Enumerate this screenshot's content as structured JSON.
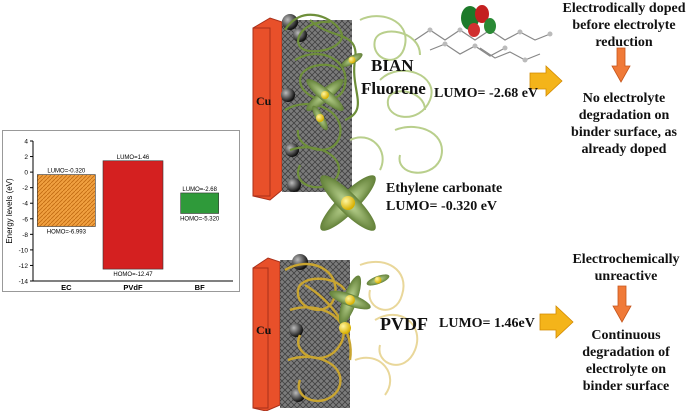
{
  "colors": {
    "copper": "#e8502a",
    "graphite": "#3a3a3a",
    "green_fibre": "#6e8f3a",
    "light_fibre": "#b9cf8c",
    "pvdf_fibre": "#c9a530",
    "pvdf_light": "#e9d79a",
    "arrow_orange": "#f4b41a",
    "down_arrow": "#f07a38",
    "ec_bar": "#f0a040",
    "pvdf_bar": "#d42020",
    "bf_bar": "#2f9a3a"
  },
  "top_panel": {
    "electrode_label": "Cu",
    "binder_name_line1": "BIAN",
    "binder_name_line2": "Fluorene",
    "lumo_text": "LUMO= -2.68 eV",
    "state_text": "Electrodically doped before electrolyte reduction",
    "result_text": "No electrolyte degradation on binder surface, as already doped"
  },
  "middle": {
    "molecule_name": "Ethylene carbonate",
    "lumo_text": "LUMO= -0.320 eV"
  },
  "bottom_panel": {
    "electrode_label": "Cu",
    "binder_name": "PVDF",
    "lumo_text": "LUMO= 1.46eV",
    "state_text": "Electrochemically unreactive",
    "result_text": "Continuous degradation of electrolyte on binder surface"
  },
  "chart_data": {
    "type": "bar",
    "ylabel": "Energy levels (eV)",
    "ylim": [
      -14,
      4
    ],
    "yticks": [
      4,
      2,
      0,
      -2,
      -4,
      -6,
      -8,
      -10,
      -12,
      -14
    ],
    "categories": [
      "EC",
      "PVdF",
      "BF"
    ],
    "lumo": [
      -0.32,
      1.46,
      -2.68
    ],
    "homo": [
      -6.993,
      -12.47,
      -5.32
    ],
    "lumo_labels": [
      "LUMO=-0.320",
      "LUMO=1.46",
      "LUMO=-2.68"
    ],
    "homo_labels": [
      "HOMO=-6.993",
      "HOMO=-12.47",
      "HOMO=-5.320"
    ]
  }
}
